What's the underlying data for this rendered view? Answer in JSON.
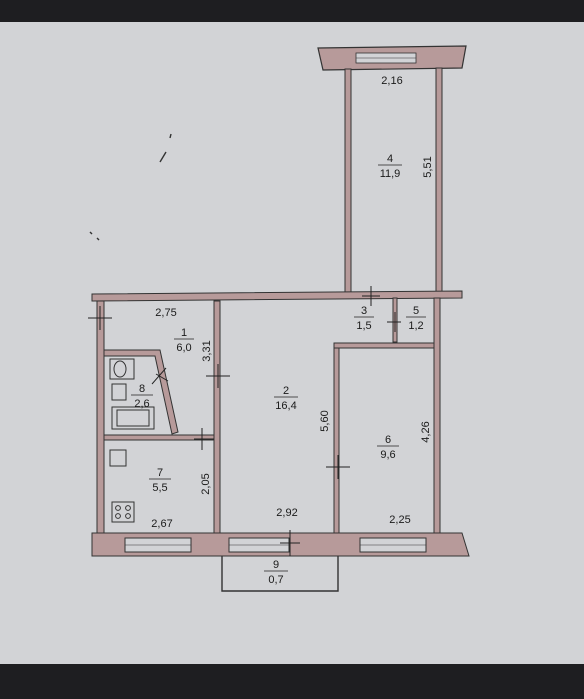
{
  "plan": {
    "rooms": [
      {
        "id": "r1",
        "number": "1",
        "area": "6,0"
      },
      {
        "id": "r2",
        "number": "2",
        "area": "16,4"
      },
      {
        "id": "r3",
        "number": "3",
        "area": "1,5"
      },
      {
        "id": "r4",
        "number": "4",
        "area": "11,9"
      },
      {
        "id": "r5",
        "number": "5",
        "area": "1,2"
      },
      {
        "id": "r6",
        "number": "6",
        "area": "9,6"
      },
      {
        "id": "r7",
        "number": "7",
        "area": "5,5"
      },
      {
        "id": "r8",
        "number": "8",
        "area": "2,6"
      },
      {
        "id": "r9",
        "number": "9",
        "area": "0,7"
      }
    ],
    "dimensions": {
      "room4_width": "2,16",
      "room4_length": "5,51",
      "room1_width": "2,75",
      "room1_height": "3,31",
      "room2_length": "5,60",
      "room6_length": "4,26",
      "room7_height": "2,05",
      "room7_width": "2,67",
      "room2_width": "2,92",
      "room6_width": "2,25"
    }
  }
}
